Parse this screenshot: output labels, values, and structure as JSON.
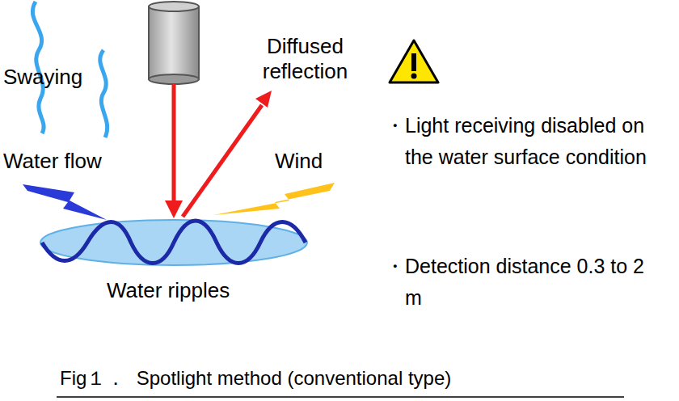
{
  "diagram": {
    "caption": "Fig１．  Spotlight method (conventional type)",
    "labels": [
      "Swaying",
      "Diffused reflection",
      "Water flow",
      "Wind",
      "Water ripples",
      "・Light receiving disabled on the water surface condition",
      "・Detection distance 0.3 to 2 m"
    ]
  }
}
